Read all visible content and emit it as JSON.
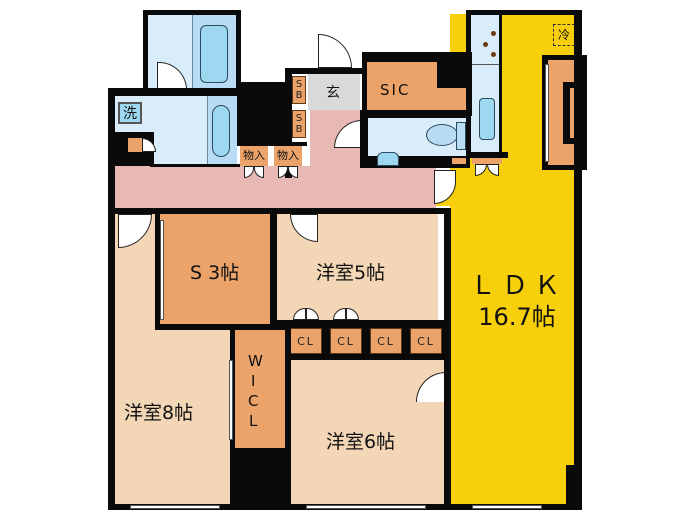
{
  "floor_plan": {
    "colors": {
      "wall": "#0a0a0a",
      "ldk": "#f7cf0a",
      "bedroom": "#f3d6b6",
      "storage": "#eba36a",
      "hall": "#e8b8b4",
      "water": "#d8ecfa",
      "fixture": "#9ed8f0",
      "entrance": "#d9d9d9"
    },
    "rooms": {
      "ldk": {
        "name": "ＬＤＫ",
        "size": "16.7帖"
      },
      "western_5": {
        "label": "洋室5帖"
      },
      "western_6": {
        "label": "洋室6帖"
      },
      "western_8": {
        "label": "洋室8帖"
      },
      "service_room": {
        "label": "S 3帖"
      },
      "walk_in_closet": {
        "label": [
          "W",
          "I",
          "C",
          "L"
        ]
      },
      "shoe_in_closet": {
        "label": "SIC"
      },
      "entrance": {
        "label": "玄"
      },
      "washroom": {
        "label": "洗"
      },
      "refrigerator": {
        "label": "冷"
      }
    },
    "storage": {
      "closets": [
        "CL",
        "CL",
        "CL",
        "CL"
      ],
      "monoire": [
        "物入",
        "物入"
      ],
      "shoe_box": [
        "SB",
        "SB"
      ]
    }
  }
}
